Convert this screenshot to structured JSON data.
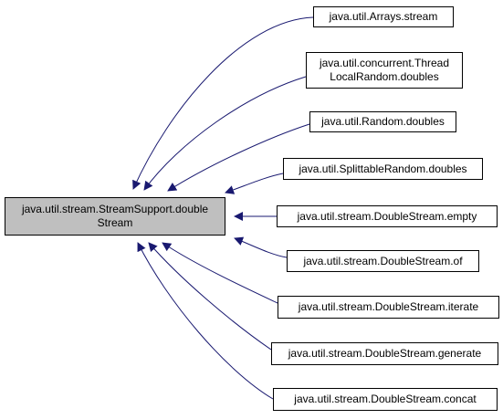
{
  "focus_node": {
    "label": "java.util.stream.StreamSupport.double\nStream",
    "fill_color": "#bfbfbf"
  },
  "callers": [
    {
      "label": "java.util.Arrays.stream"
    },
    {
      "label": "java.util.concurrent.Thread\nLocalRandom.doubles"
    },
    {
      "label": "java.util.Random.doubles"
    },
    {
      "label": "java.util.SplittableRandom.doubles"
    },
    {
      "label": "java.util.stream.DoubleStream.empty"
    },
    {
      "label": "java.util.stream.DoubleStream.of"
    },
    {
      "label": "java.util.stream.DoubleStream.iterate"
    },
    {
      "label": "java.util.stream.DoubleStream.generate"
    },
    {
      "label": "java.util.stream.DoubleStream.concat"
    }
  ],
  "edge_color": "#191970"
}
